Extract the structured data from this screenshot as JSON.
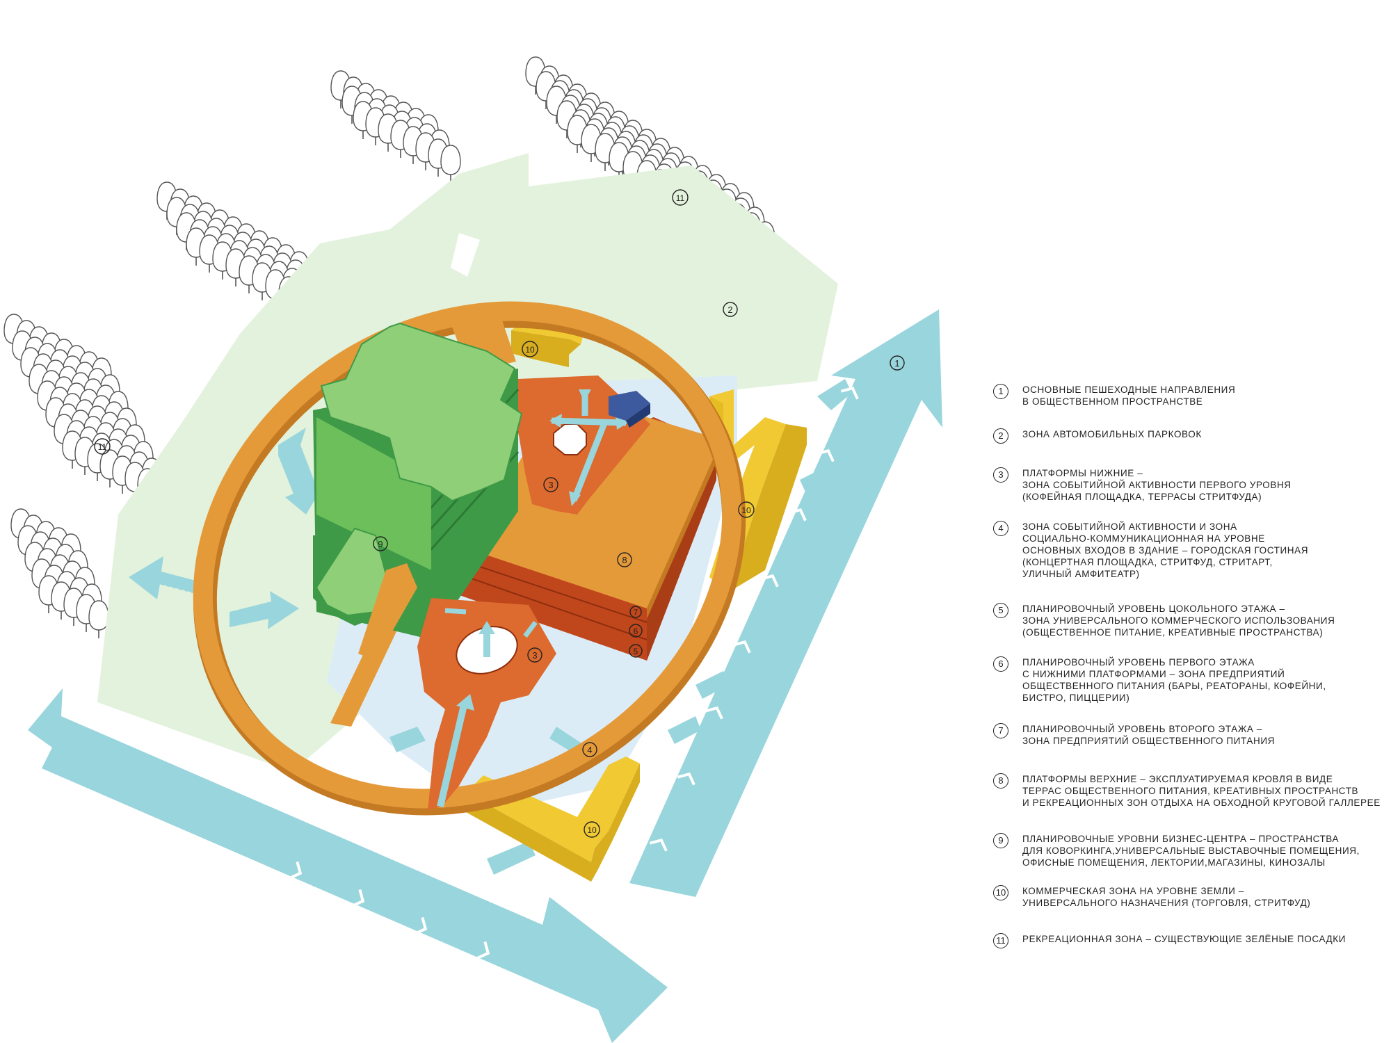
{
  "colors": {
    "pedestrian_arrows": "#99d5dc",
    "parking_zone": "#e3f2dd",
    "event_zone": "#dcecf7",
    "business_center": "#8fcf78",
    "business_center_dark": "#3f9a47",
    "upper_platforms": "#e59a3a",
    "lower_platforms": "#dd6a2e",
    "floor_levels": "#c0461c",
    "commercial": "#f0c933",
    "trees": "#ffffff",
    "outline": "#222222"
  },
  "map_labels": {
    "z1": "1",
    "z2": "2",
    "z3a": "3",
    "z3b": "3",
    "z4": "4",
    "z5": "5",
    "z6": "6",
    "z7": "7",
    "z8": "8",
    "z9": "9",
    "z10a": "10",
    "z10b": "10",
    "z10c": "10",
    "z11a": "11",
    "z11b": "11"
  },
  "legend": [
    {
      "num": "1",
      "text": "ОСНОВНЫЕ ПЕШЕХОДНЫЕ НАПРАВЛЕНИЯ\nВ ОБЩЕСТВЕННОМ ПРОСТРАНСТВЕ"
    },
    {
      "num": "2",
      "text": "ЗОНА АВТОМОБИЛЬНЫХ ПАРКОВОК"
    },
    {
      "num": "3",
      "text": "ПЛАТФОРМЫ НИЖНИЕ –\nЗОНА СОБЫТИЙНОЙ АКТИВНОСТИ ПЕРВОГО УРОВНЯ\n(КОФЕЙНАЯ ПЛОЩАДКА, ТЕРРАСЫ СТРИТФУДА)"
    },
    {
      "num": "4",
      "text": "ЗОНА СОБЫТИЙНОЙ АКТИВНОСТИ И ЗОНА\nСОЦИАЛЬНО-КОММУНИКАЦИОННАЯ НА УРОВНЕ\nОСНОВНЫХ ВХОДОВ В ЗДАНИЕ – ГОРОДСКАЯ ГОСТИНАЯ\n(КОНЦЕРТНАЯ ПЛОЩАДКА, СТРИТФУД, СТРИТАРТ,\nУЛИЧНЫЙ АМФИТЕАТР)"
    },
    {
      "num": "5",
      "text": "ПЛАНИРОВОЧНЫЙ УРОВЕНЬ ЦОКОЛЬНОГО ЭТАЖА –\nЗОНА УНИВЕРСАЛЬНОГО КОММЕРЧЕСКОГО ИСПОЛЬЗОВАНИЯ\n(ОБЩЕСТВЕННОЕ ПИТАНИЕ, КРЕАТИВНЫЕ ПРОСТРАНСТВА)"
    },
    {
      "num": "6",
      "text": "ПЛАНИРОВОЧНЫЙ УРОВЕНЬ ПЕРВОГО ЭТАЖА\nС НИЖНИМИ ПЛАТФОРМАМИ – ЗОНА ПРЕДПРИЯТИЙ\nОБЩЕСТВЕННОГО ПИТАНИЯ (БАРЫ, РЕАТОРАНЫ, КОФЕЙНИ,\nБИСТРО, ПИЦЦЕРИИ)"
    },
    {
      "num": "7",
      "text": "ПЛАНИРОВОЧНЫЙ УРОВЕНЬ ВТОРОГО ЭТАЖА –\nЗОНА ПРЕДПРИЯТИЙ ОБЩЕСТВЕННОГО ПИТАНИЯ"
    },
    {
      "num": "8",
      "text": "ПЛАТФОРМЫ ВЕРХНИЕ – ЭКСПЛУАТИРУЕМАЯ КРОВЛЯ В ВИДЕ\nТЕРРАС ОБЩЕСТВЕННОГО ПИТАНИЯ, КРЕАТИВНЫХ ПРОСТРАНСТВ\nИ РЕКРЕАЦИОННЫХ ЗОН ОТДЫХА НА ОБХОДНОЙ КРУГОВОЙ ГАЛЛЕРЕЕ"
    },
    {
      "num": "9",
      "text": "ПЛАНИРОВОЧНЫЕ УРОВНИ БИЗНЕС-ЦЕНТРА – ПРОСТРАНСТВА\nДЛЯ КОВОРКИНГА,УНИВЕРСАЛЬНЫЕ ВЫСТАВОЧНЫЕ ПОМЕЩЕНИЯ,\nОФИСНЫЕ ПОМЕЩЕНИЯ, ЛЕКТОРИИ,МАГАЗИНЫ, КИНОЗАЛЫ"
    },
    {
      "num": "10",
      "text": "КОММЕРЧЕСКАЯ ЗОНА НА УРОВНЕ ЗЕМЛИ –\nУНИВЕРСАЛЬНОГО НАЗНАЧЕНИЯ (ТОРГОВЛЯ, СТРИТФУД)"
    },
    {
      "num": "11",
      "text": "РЕКРЕАЦИОННАЯ ЗОНА – СУЩЕСТВУЮЩИЕ ЗЕЛЁНЫЕ ПОСАДКИ"
    }
  ]
}
